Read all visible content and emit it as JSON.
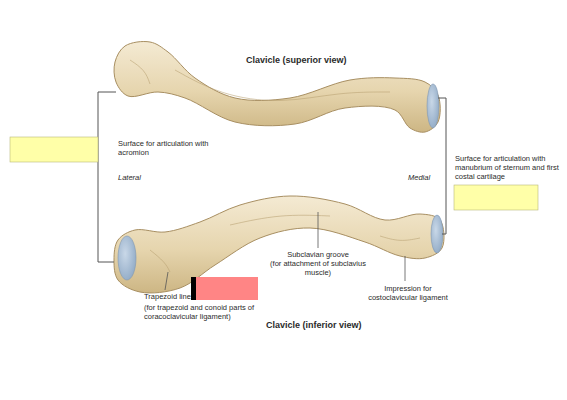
{
  "diagram": {
    "labels": [
      "Clavicle (superior view)",
      "Surface for articulation with acromion",
      "Lateral",
      "Medial",
      "Surface for articulation with manubrium of sternum and first costal cartilage",
      "Subclavian groove",
      "(for attachment of subclavius muscle)",
      "Impression for costoclavicular ligament",
      "Trapezoid line",
      "(for trapezoid and conoid parts of coracoclavicular ligament)",
      "Clavicle (inferior view)"
    ]
  }
}
